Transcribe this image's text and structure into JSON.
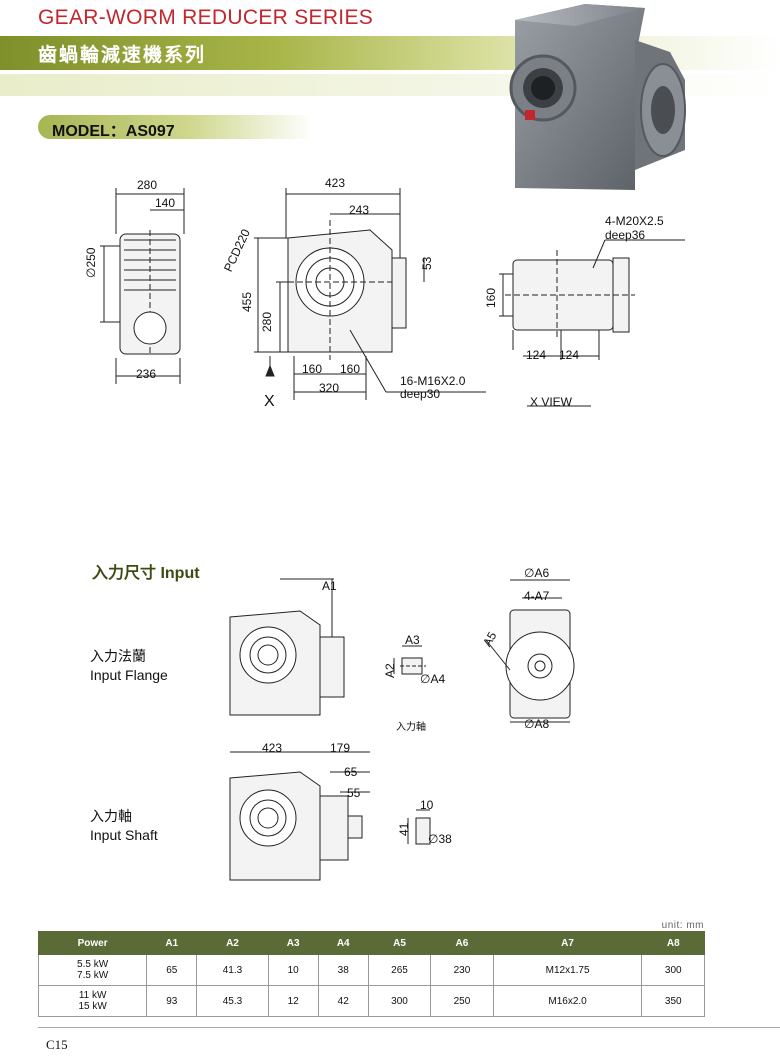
{
  "header": {
    "title_en": "GEAR-WORM REDUCER SERIES",
    "title_cn": "齒蝸輪減速機系列",
    "model": "MODEL：AS097"
  },
  "dimensions": {
    "d280": "280",
    "d140": "140",
    "d250": "∅250",
    "d236": "236",
    "d423": "423",
    "d243": "243",
    "pcd": "PCD220",
    "d455": "455",
    "d280b": "280",
    "d160a": "160",
    "d160b": "160",
    "d320": "320",
    "d53": "53",
    "bolt": "16-M16X2.0",
    "bolt_deep": "deep30",
    "xmark": "X",
    "tap": "4-M20X2.5",
    "tap_deep": "deep36",
    "d160c": "160",
    "d124a": "124",
    "d124b": "124",
    "xview": "X VIEW"
  },
  "input_section": {
    "heading": "入力尺寸 Input",
    "flange_cn": "入力法蘭",
    "flange_en": "Input Flange",
    "shaft_cn": "入力軸",
    "shaft_en": "Input Shaft",
    "a1": "A1",
    "a2": "A2",
    "a3": "A3",
    "a4": "∅A4",
    "a5": "A5",
    "a6": "∅A6",
    "a7": "4-A7",
    "a8": "∅A8",
    "shaft_label": "入力軸",
    "s423": "423",
    "s179": "179",
    "s65": "65",
    "s55": "55",
    "s10": "10",
    "s41": "41",
    "s38": "∅38"
  },
  "table": {
    "unit": "unit: mm",
    "headers": [
      "Power",
      "A1",
      "A2",
      "A3",
      "A4",
      "A5",
      "A6",
      "A7",
      "A8"
    ],
    "rows": [
      {
        "power1": "5.5 kW",
        "power2": "7.5 kW",
        "cells": [
          "65",
          "41.3",
          "10",
          "38",
          "265",
          "230",
          "M12x1.75",
          "300"
        ]
      },
      {
        "power1": "11 kW",
        "power2": "15 kW",
        "cells": [
          "93",
          "45.3",
          "12",
          "42",
          "300",
          "250",
          "M16x2.0",
          "350"
        ]
      }
    ]
  },
  "footer": {
    "page": "C15"
  },
  "colors": {
    "title_red": "#c1272d",
    "band_green": "#7f8f2a",
    "table_header": "#5b6b38"
  }
}
